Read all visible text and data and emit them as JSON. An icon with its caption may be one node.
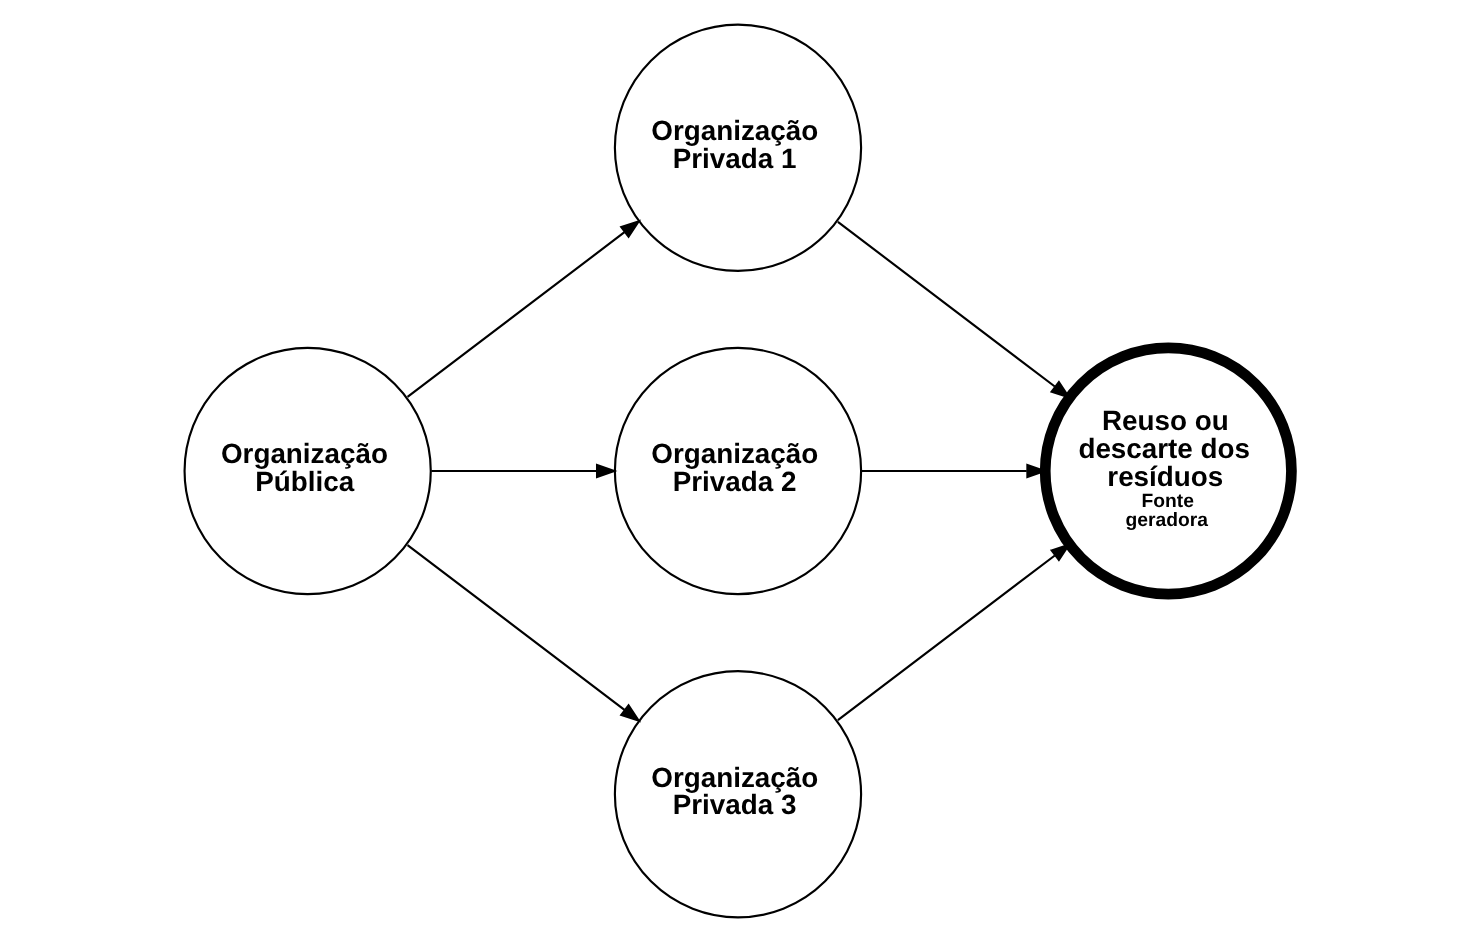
{
  "diagram": {
    "nodes": [
      {
        "text": [
          "Organização Pública"
        ]
      },
      {
        "text": [
          "Organização Privada 1"
        ]
      },
      {
        "text": [
          "Organização Privada 2"
        ]
      },
      {
        "text": [
          "Organização Privada 3"
        ]
      },
      {
        "text": [
          "Reuso ou descarte dos resíduos",
          "Fonte geradora"
        ]
      }
    ],
    "edges": [
      {
        "from": 0,
        "to": 1,
        "arrow": "to"
      },
      {
        "from": 0,
        "to": 2,
        "arrow": "to"
      },
      {
        "from": 0,
        "to": 3,
        "arrow": "to"
      },
      {
        "from": 1,
        "to": 4,
        "arrow": "to"
      },
      {
        "from": 2,
        "to": 4,
        "arrow": "to"
      },
      {
        "from": 3,
        "to": 4,
        "arrow": "to"
      }
    ]
  }
}
